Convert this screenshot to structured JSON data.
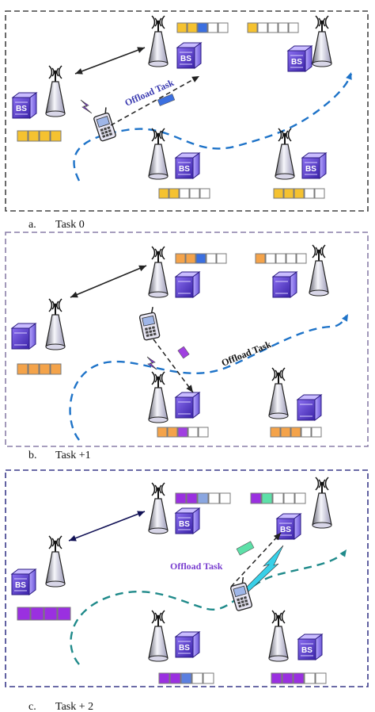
{
  "panels": [
    {
      "id": "a",
      "caption_letter": "a.",
      "caption_text": "Task 0",
      "offload_label": "Offload Task",
      "bs_label": "BS",
      "task_color": "#3b6fe0",
      "colors": {
        "frame": "#444444",
        "path": "#1e73c8",
        "arrow": "#222222",
        "offload_text": "#3a3ab0"
      },
      "queues": {
        "left": [
          "#f5c230",
          "#f5c230",
          "#f5c230",
          "#f5c230"
        ],
        "top_mid": [
          "#f5c230",
          "#f5c230",
          "#3b6fe0",
          "#ffffff",
          "#ffffff"
        ],
        "top_right": [
          "#f5c230",
          "#ffffff",
          "#ffffff",
          "#ffffff",
          "#ffffff"
        ],
        "bottom_mid": [
          "#f5c230",
          "#f5c230",
          "#ffffff",
          "#ffffff",
          "#ffffff"
        ],
        "bottom_right": [
          "#f5c230",
          "#f5c230",
          "#f5c230",
          "#ffffff",
          "#ffffff"
        ]
      }
    },
    {
      "id": "b",
      "caption_letter": "b.",
      "caption_text": "Task +1",
      "offload_label": "Offload Task",
      "bs_label": "",
      "task_color": "#a040e0",
      "colors": {
        "frame": "#8a7fa8",
        "path": "#1e73c8",
        "arrow": "#222222",
        "offload_text": "#111111"
      },
      "queues": {
        "left": [
          "#f4a34a",
          "#f4a34a",
          "#f4a34a",
          "#f4a34a"
        ],
        "top_mid": [
          "#f4a34a",
          "#f4a34a",
          "#3b6fe0",
          "#ffffff",
          "#ffffff"
        ],
        "top_right": [
          "#f4a34a",
          "#ffffff",
          "#ffffff",
          "#ffffff",
          "#ffffff"
        ],
        "bottom_mid": [
          "#f4a34a",
          "#f4a34a",
          "#a040e0",
          "#ffffff",
          "#ffffff"
        ],
        "bottom_right": [
          "#f4a34a",
          "#f4a34a",
          "#f4a34a",
          "#ffffff",
          "#ffffff"
        ]
      }
    },
    {
      "id": "c",
      "caption_letter": "c.",
      "caption_text": "Task + 2",
      "offload_label": "Offload Task",
      "bs_label": "BS",
      "task_color": "#5de0a8",
      "colors": {
        "frame": "#3a3a8a",
        "path": "#1f8a8a",
        "arrow": "#111155",
        "offload_text": "#7a3fd0"
      },
      "queues": {
        "left": [
          "#9a30e0",
          "#9a30e0",
          "#9a30e0",
          "#9a30e0"
        ],
        "top_mid": [
          "#9a30e0",
          "#9a30e0",
          "#8aa6e0",
          "#ffffff",
          "#ffffff"
        ],
        "top_right": [
          "#9a30e0",
          "#5de0a8",
          "#ffffff",
          "#ffffff",
          "#ffffff"
        ],
        "bottom_mid": [
          "#9a30e0",
          "#9a30e0",
          "#5b7fe0",
          "#ffffff",
          "#ffffff"
        ],
        "bottom_right": [
          "#9a30e0",
          "#9a30e0",
          "#9a30e0",
          "#ffffff",
          "#ffffff"
        ]
      }
    }
  ]
}
